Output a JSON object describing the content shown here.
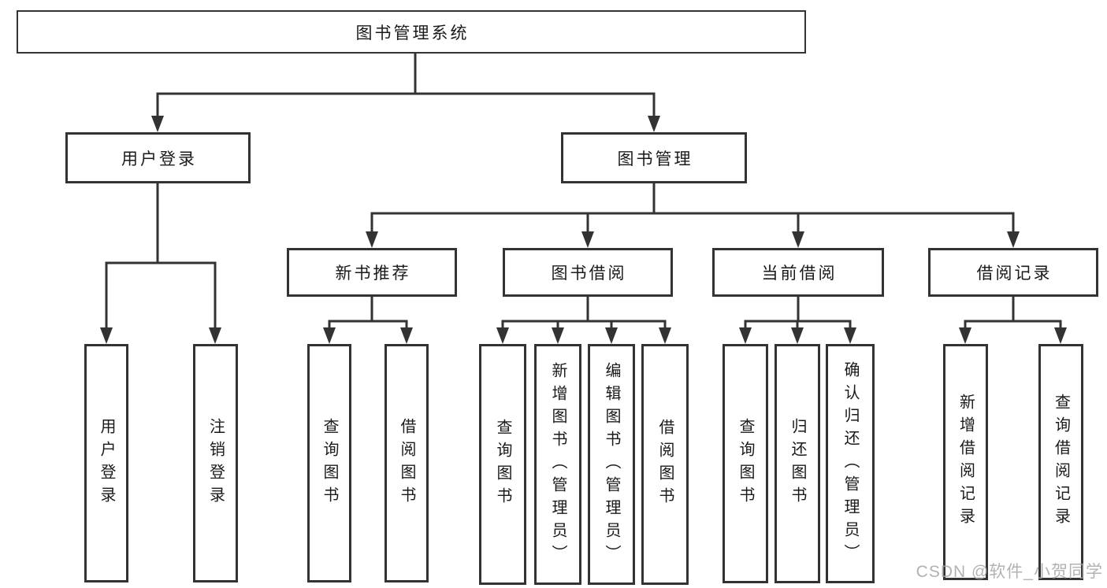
{
  "tree": {
    "root": "图书管理系统",
    "branches": [
      {
        "label": "用户登录",
        "leaves": [
          "用户登录",
          "注销登录"
        ]
      },
      {
        "label": "图书管理",
        "groups": [
          {
            "label": "新书推荐",
            "leaves": [
              "查询图书",
              "借阅图书"
            ]
          },
          {
            "label": "图书借阅",
            "leaves": [
              "查询图书",
              "新增图书（管理员）",
              "编辑图书（管理员）",
              "借阅图书"
            ]
          },
          {
            "label": "当前借阅",
            "leaves": [
              "查询图书",
              "归还图书",
              "确认归还（管理员）"
            ]
          },
          {
            "label": "借阅记录",
            "leaves": [
              "新增借阅记录",
              "查询借阅记录"
            ]
          }
        ]
      }
    ]
  },
  "watermark": "CSDN @软件_小贺同学",
  "colors": {
    "line": "#333333",
    "text": "#1a1a1a",
    "watermark": "#a5a5a5",
    "background": "#ffffff"
  }
}
